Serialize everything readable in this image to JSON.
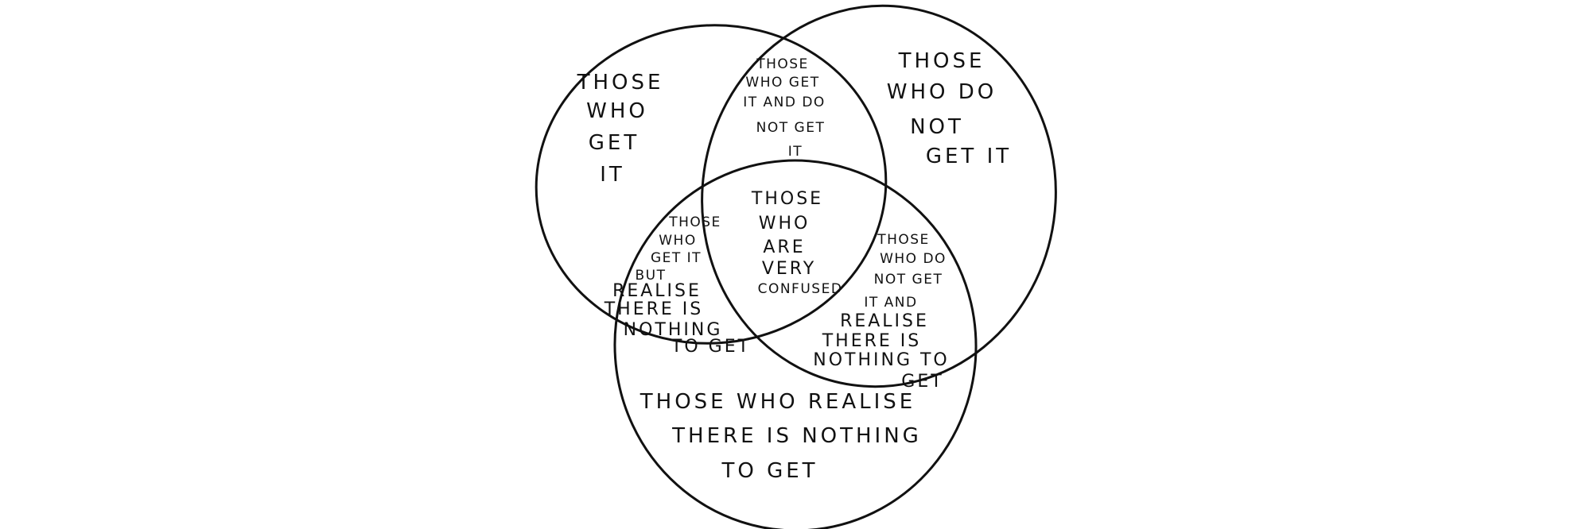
{
  "diagram": {
    "sets": [
      {
        "id": "get-it",
        "lines": [
          "THOSE",
          "WHO",
          "GET",
          "IT"
        ]
      },
      {
        "id": "do-not-get-it",
        "lines": [
          "THOSE",
          "WHO DO",
          "NOT",
          "GET IT"
        ]
      },
      {
        "id": "realise-nothing",
        "lines": [
          "THOSE WHO REALISE",
          "THERE IS NOTHING",
          "TO GET"
        ]
      }
    ],
    "overlaps": [
      {
        "id": "get-and-not-get",
        "lines": [
          "THOSE",
          "WHO GET",
          "IT AND DO",
          "NOT GET",
          "IT"
        ]
      },
      {
        "id": "get-and-realise",
        "lines": [
          "THOSE",
          "WHO",
          "GET IT",
          "BUT",
          "REALISE",
          "THERE IS",
          "NOTHING",
          "TO GET"
        ]
      },
      {
        "id": "not-get-and-realise",
        "lines": [
          "THOSE",
          "WHO DO",
          "NOT GET",
          "IT AND",
          "REALISE",
          "THERE IS",
          "NOTHING TO",
          "GET"
        ]
      },
      {
        "id": "all-three",
        "lines": [
          "THOSE",
          "WHO",
          "ARE",
          "VERY",
          "CONFUSED"
        ]
      }
    ],
    "colors": {
      "ink": "#111111",
      "background": "#ffffff"
    }
  }
}
